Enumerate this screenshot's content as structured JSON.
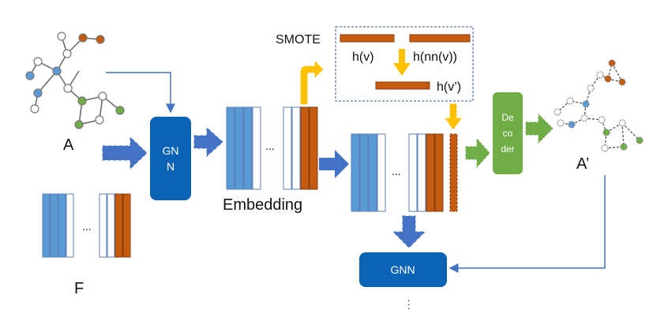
{
  "labels": {
    "graph_a": "A",
    "graph_a_prime": "A’",
    "features": "F",
    "embedding": "Embedding",
    "smote": "SMOTE",
    "hv": "h(v)",
    "hnnv": "h(nn(v))",
    "hvprime": "h(v’)",
    "gnn_top_line1": "GN",
    "gnn_top_line2": "N",
    "gnn_bottom": "GNN",
    "decoder_line1": "De",
    "decoder_line2": "co",
    "decoder_line3": "der",
    "ellipsis": "..."
  },
  "colors": {
    "gnn_box": "#0b63b6",
    "blue_bar": "#5b9bd5",
    "orange_bar": "#c55a11",
    "green": "#70ad47",
    "yellow_arrow": "#ffc000",
    "arrow_blue": "#4472c4"
  }
}
